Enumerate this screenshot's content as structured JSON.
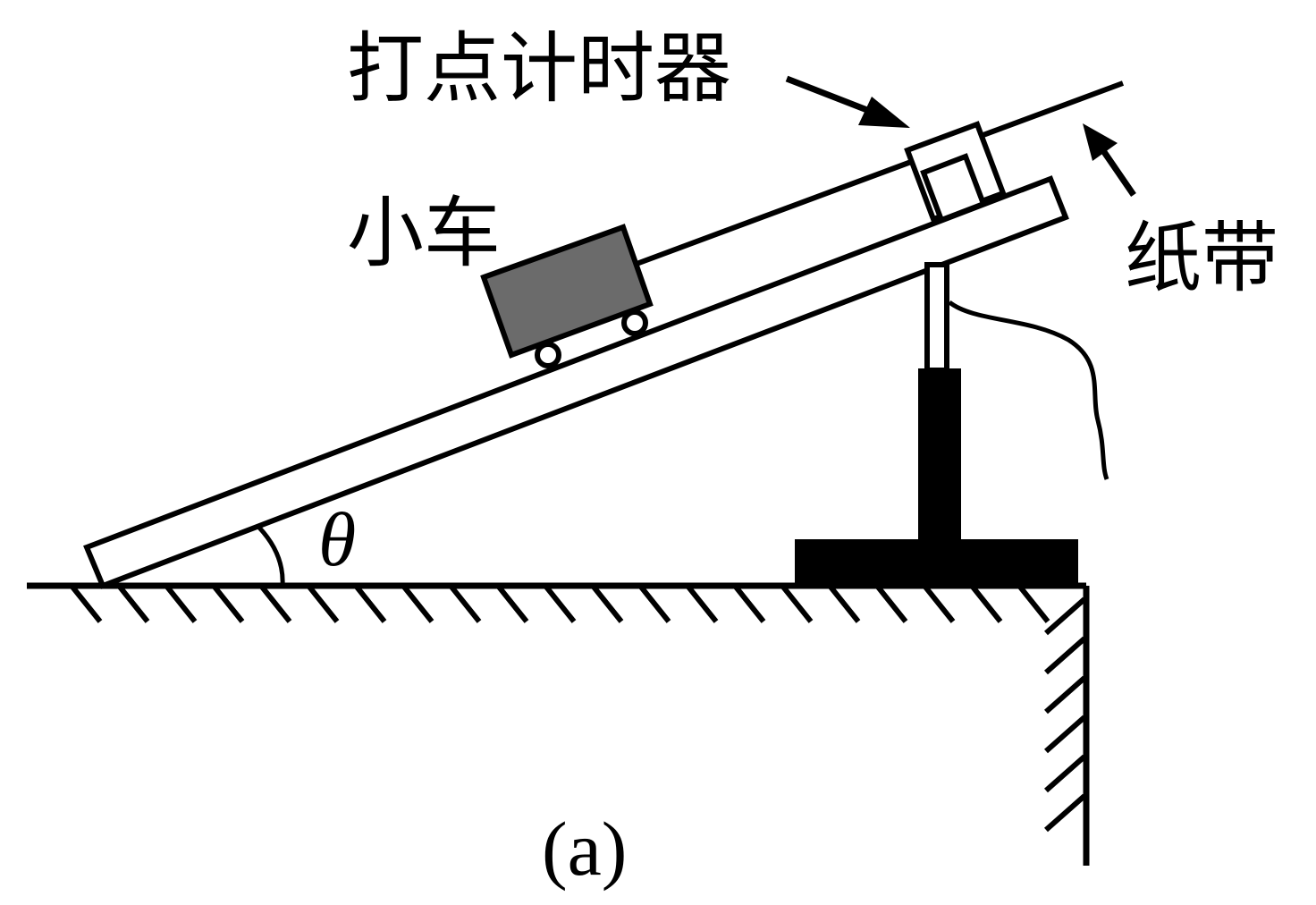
{
  "labels": {
    "timer": "打点计时器",
    "cart": "小车",
    "tape": "纸带",
    "angle": "θ",
    "caption": "(a)"
  },
  "colors": {
    "line": "#000000",
    "cart_fill": "#6b6b6b",
    "background": "#ffffff"
  }
}
